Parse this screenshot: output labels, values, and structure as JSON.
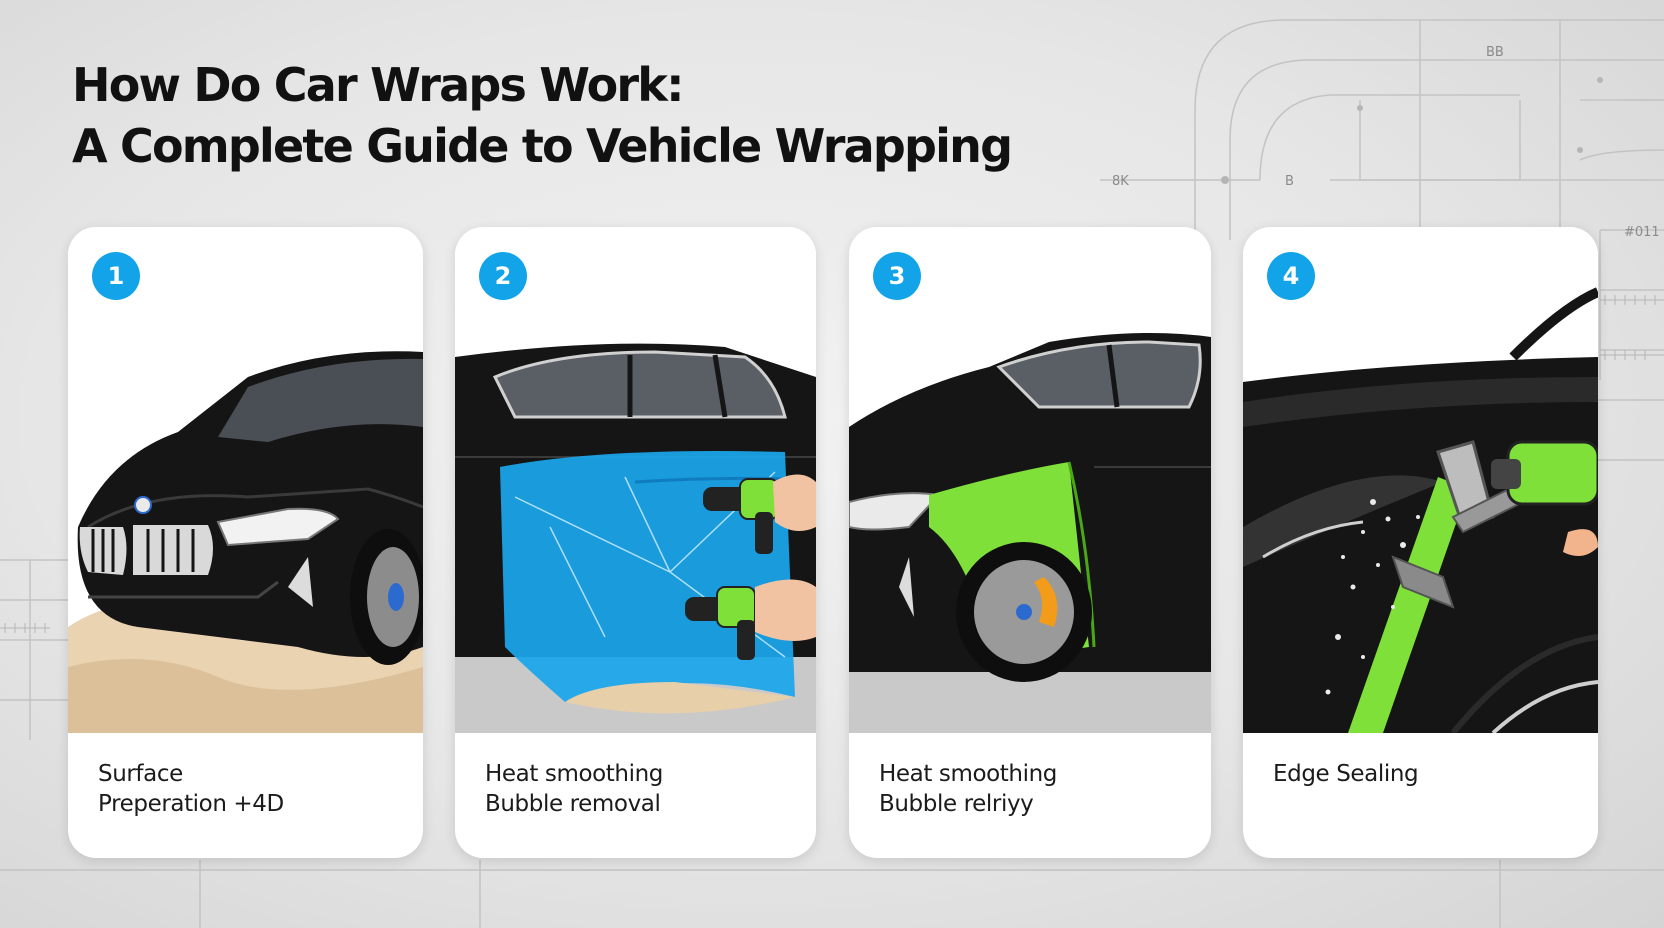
{
  "title": {
    "line1": "How Do Car Wraps Work:",
    "line2": "A Complete Guide to Vehicle Wrapping"
  },
  "blueprint_labels": [
    "8K",
    "B",
    "BB",
    "#011"
  ],
  "steps": [
    {
      "number": "1",
      "caption_line1": "Surface",
      "caption_line2": "Preperation +4D",
      "illustration": "car-front-on-sand"
    },
    {
      "number": "2",
      "caption_line1": "Heat smoothing",
      "caption_line2": "Bubble removal",
      "illustration": "blue-film-heat-guns"
    },
    {
      "number": "3",
      "caption_line1": "Heat smoothing",
      "caption_line2": "Bubble relriyy",
      "illustration": "green-wrap-front-fender"
    },
    {
      "number": "4",
      "caption_line1": "Edge Sealing",
      "caption_line2": "",
      "illustration": "green-tape-edge-tool"
    }
  ],
  "colors": {
    "badge": "#12a3e8",
    "wrap_green": "#7fe03a",
    "film_blue": "#1aa6ec",
    "car_black": "#151515"
  }
}
